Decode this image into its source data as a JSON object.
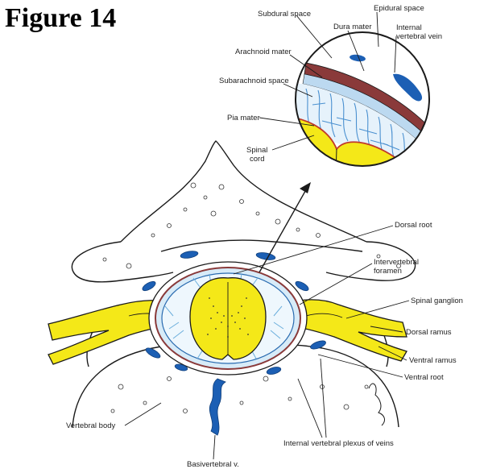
{
  "figure_title": "Figure 14",
  "labels": {
    "subdural_space": "Subdural space",
    "epidural_space": "Epidural space",
    "dura_mater": "Dura mater",
    "internal_vertebral_vein_1": "Internal",
    "internal_vertebral_vein_2": "vertebral vein",
    "arachnoid_mater": "Arachnoid mater",
    "subarachnoid_space": "Subarachnoid space",
    "pia_mater": "Pia mater",
    "spinal_cord_1": "Spinal",
    "spinal_cord_2": "cord",
    "dorsal_root": "Dorsal root",
    "intervertebral_foramen_1": "Intervertebral",
    "intervertebral_foramen_2": "foramen",
    "spinal_ganglion": "Spinal ganglion",
    "dorsal_ramus": "Dorsal ramus",
    "ventral_ramus": "Ventral ramus",
    "ventral_root": "Ventral root",
    "vertebral_body": "Vertebral body",
    "internal_vertebral_plexus": "Internal vertebral plexus of veins",
    "basivertebral_v": "Basivertebral v."
  },
  "colors": {
    "cord_yellow": "#f4e818",
    "vein_blue": "#1c5fb4",
    "dura_brown": "#8a3a3a",
    "arachnoid_blue": "#8fc3e8",
    "line": "#1a1a1a"
  }
}
